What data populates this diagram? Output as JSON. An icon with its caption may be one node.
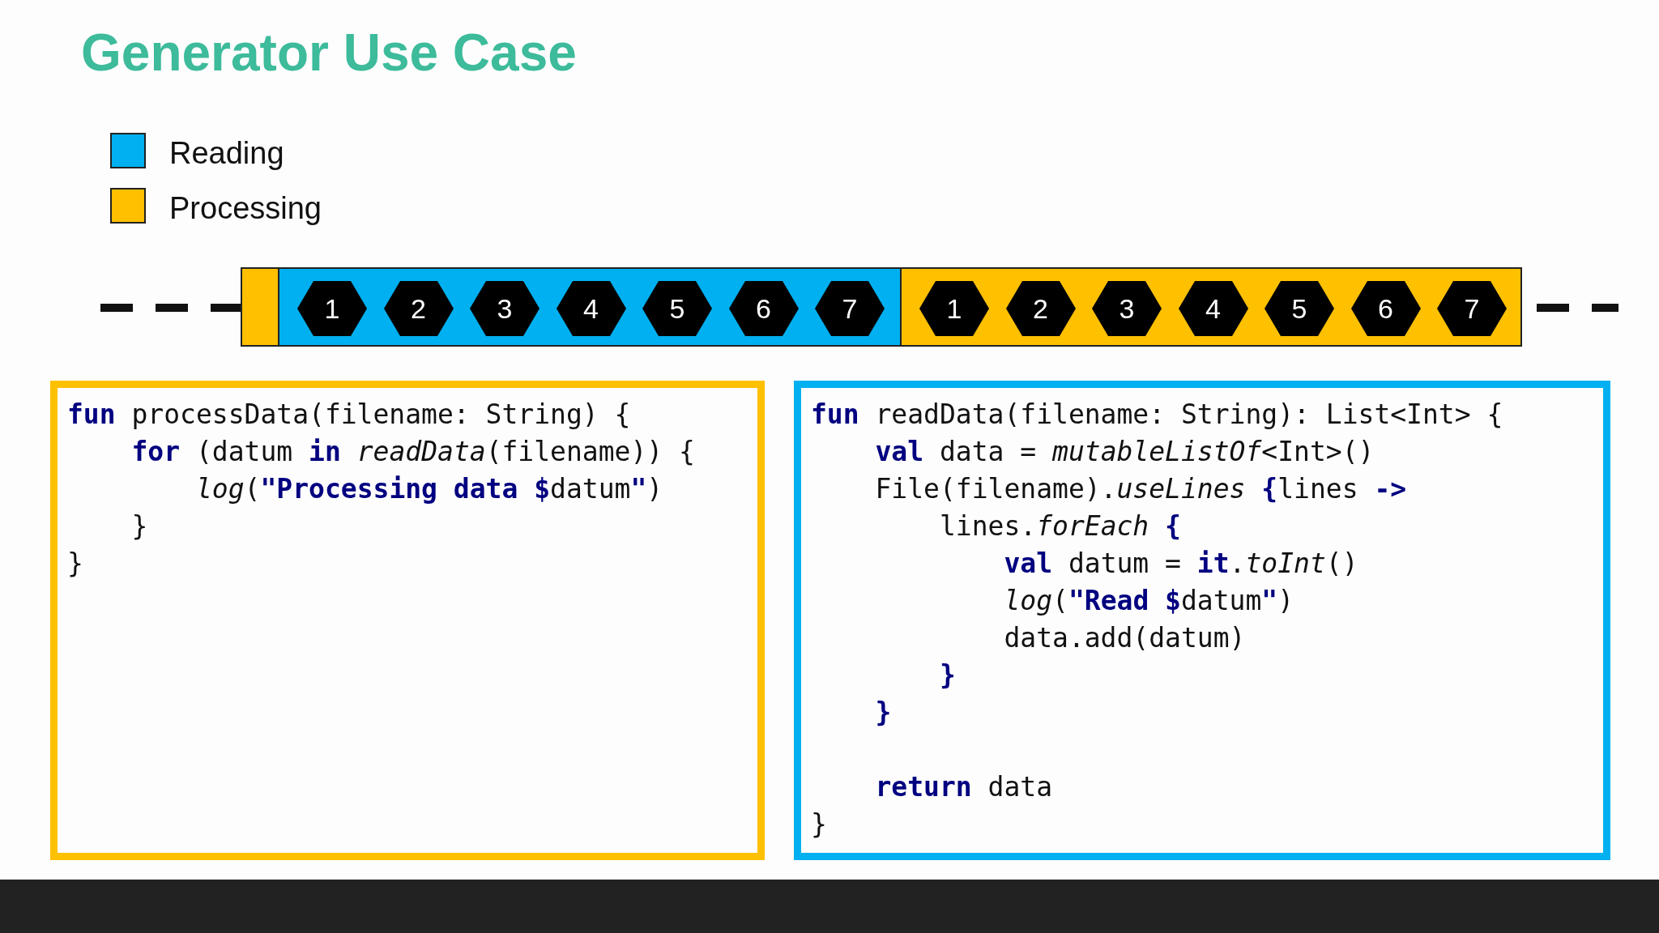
{
  "diagram": {
    "title": "Generator Use Case",
    "nodes": [
      {
        "text": [],
        "shape": "bar"
      },
      {
        "text": [],
        "shape": "bar"
      },
      {
        "text": [
          "1"
        ],
        "in": 1
      },
      {
        "text": [
          "2"
        ],
        "in": 1
      },
      {
        "text": [
          "3"
        ],
        "in": 1
      },
      {
        "text": [
          "4"
        ],
        "in": 1
      },
      {
        "text": [
          "5"
        ],
        "in": 1
      },
      {
        "text": [
          "6"
        ],
        "in": 1
      },
      {
        "text": [
          "7"
        ],
        "in": 1
      },
      {
        "text": [],
        "shape": "bar"
      },
      {
        "text": [
          "1"
        ],
        "in": 9
      },
      {
        "text": [
          "2"
        ],
        "in": 9
      },
      {
        "text": [
          "3"
        ],
        "in": 9
      },
      {
        "text": [
          "4"
        ],
        "in": 9
      },
      {
        "text": [
          "5"
        ],
        "in": 9
      },
      {
        "text": [
          "6"
        ],
        "in": 9
      },
      {
        "text": [
          "7"
        ],
        "in": 9
      },
      {
        "text": [
          "**fun** processData(filename: String) {",
          "    **for** (datum **in** *readData*(filename)) {",
          "        *log*(**\"Processing data $**datum**\"**)",
          "    }",
          "}"
        ]
      },
      {
        "text": [
          "**fun** readData(filename: String): List<Int> {",
          "    **val** data = *mutableListOf*<Int>()",
          "    File(filename).*useLines* **{**lines **->**",
          "        lines.*forEach* **{**",
          "            **val** datum = **it**.*toInt*()",
          "            *log*(**\"Read $**datum**\"**)",
          "            data.add(datum)",
          "        **}**",
          "    **}**",
          "    **return** data",
          "}"
        ]
      }
    ],
    "legend": [
      {
        "text": "Reading",
        "color": "#00b0f0"
      },
      {
        "text": "Processing",
        "color": "#ffc000"
      }
    ]
  }
}
